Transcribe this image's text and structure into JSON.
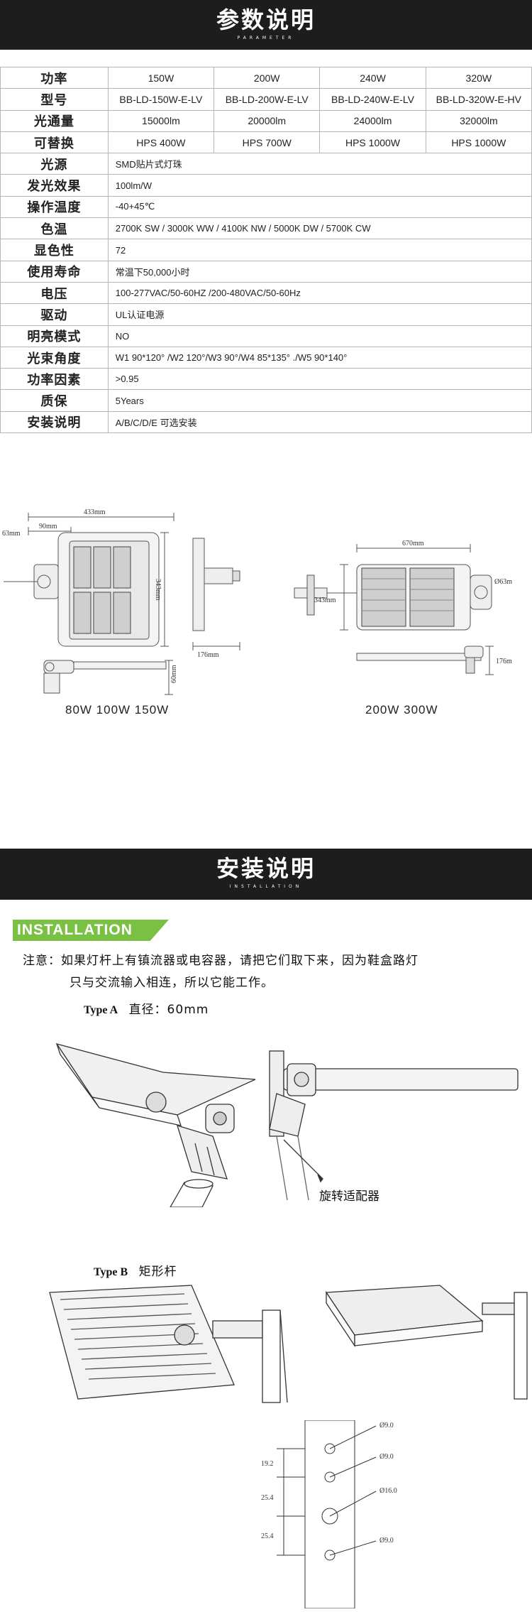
{
  "parameter_section": {
    "title": "参数说明",
    "subtitle": "PARAMETER"
  },
  "spec_table": {
    "model_rows": [
      {
        "label": "功率",
        "values": [
          "150W",
          "200W",
          "240W",
          "320W"
        ]
      },
      {
        "label": "型号",
        "values": [
          "BB-LD-150W-E-LV",
          "BB-LD-200W-E-LV",
          "BB-LD-240W-E-LV",
          "BB-LD-320W-E-HV"
        ]
      },
      {
        "label": "光通量",
        "values": [
          "15000lm",
          "20000lm",
          "24000lm",
          "32000lm"
        ]
      },
      {
        "label": "可替换",
        "values": [
          "HPS 400W",
          "HPS 700W",
          "HPS 1000W",
          "HPS 1000W"
        ]
      }
    ],
    "common_rows": [
      {
        "label": "光源",
        "value": "SMD贴片式灯珠"
      },
      {
        "label": "发光效果",
        "value": "100lm/W"
      },
      {
        "label": "操作温度",
        "value": "-40+45℃"
      },
      {
        "label": "色温",
        "value": "2700K SW / 3000K WW / 4100K NW / 5000K DW / 5700K CW"
      },
      {
        "label": "显色性",
        "value": "72"
      },
      {
        "label": "使用寿命",
        "value": "常温下50,000小时"
      },
      {
        "label": "电压",
        "value": "100-277VAC/50-60HZ /200-480VAC/50-60Hz"
      },
      {
        "label": "驱动",
        "value": "UL认证电源"
      },
      {
        "label": "明亮模式",
        "value": "NO"
      },
      {
        "label": "光束角度",
        "value": "W1 90*120° /W2 120°/W3 90°/W4 85*135° ./W5 90*140°"
      },
      {
        "label": "功率因素",
        "value": ">0.95"
      },
      {
        "label": "质保",
        "value": "5Years"
      },
      {
        "label": "安装说明",
        "value": "A/B/C/D/E 可选安装"
      }
    ]
  },
  "dimension_drawings": {
    "left": {
      "caption": "80W 100W 150W",
      "dims": {
        "width": "433mm",
        "offset": "90mm",
        "hole": "63mm",
        "height": "343mm",
        "depth": "176mm",
        "arm": "60mm"
      }
    },
    "right": {
      "caption": "200W 300W",
      "dims": {
        "width": "670mm",
        "hole": "Ø63m",
        "height": "343mm",
        "depth": "176m"
      }
    }
  },
  "installation_section": {
    "title": "安装说明",
    "subtitle": "INSTALLATION",
    "tag": "INSTALLATION",
    "note_line1": "注意：如果灯杆上有镇流器或电容器，请把它们取下来，因为鞋盒路灯",
    "note_line2": "只与交流输入相连，所以它能工作。",
    "type_a": {
      "key": "Type A",
      "value": "直径：60mm"
    },
    "adapter_label": "旋转适配器",
    "type_b": {
      "key": "Type B",
      "value": "矩形杆"
    },
    "hole_dims": {
      "d1": "Ø9.0",
      "d2": "Ø9.0",
      "d3": "Ø16.0",
      "d4": "Ø9.0",
      "s1": "19.2",
      "s2": "25.4",
      "s3": "25.4"
    }
  },
  "colors": {
    "banner_bg": "#1d1d1d",
    "tag_bg": "#7ac143",
    "grid": "#b5b5b5"
  }
}
